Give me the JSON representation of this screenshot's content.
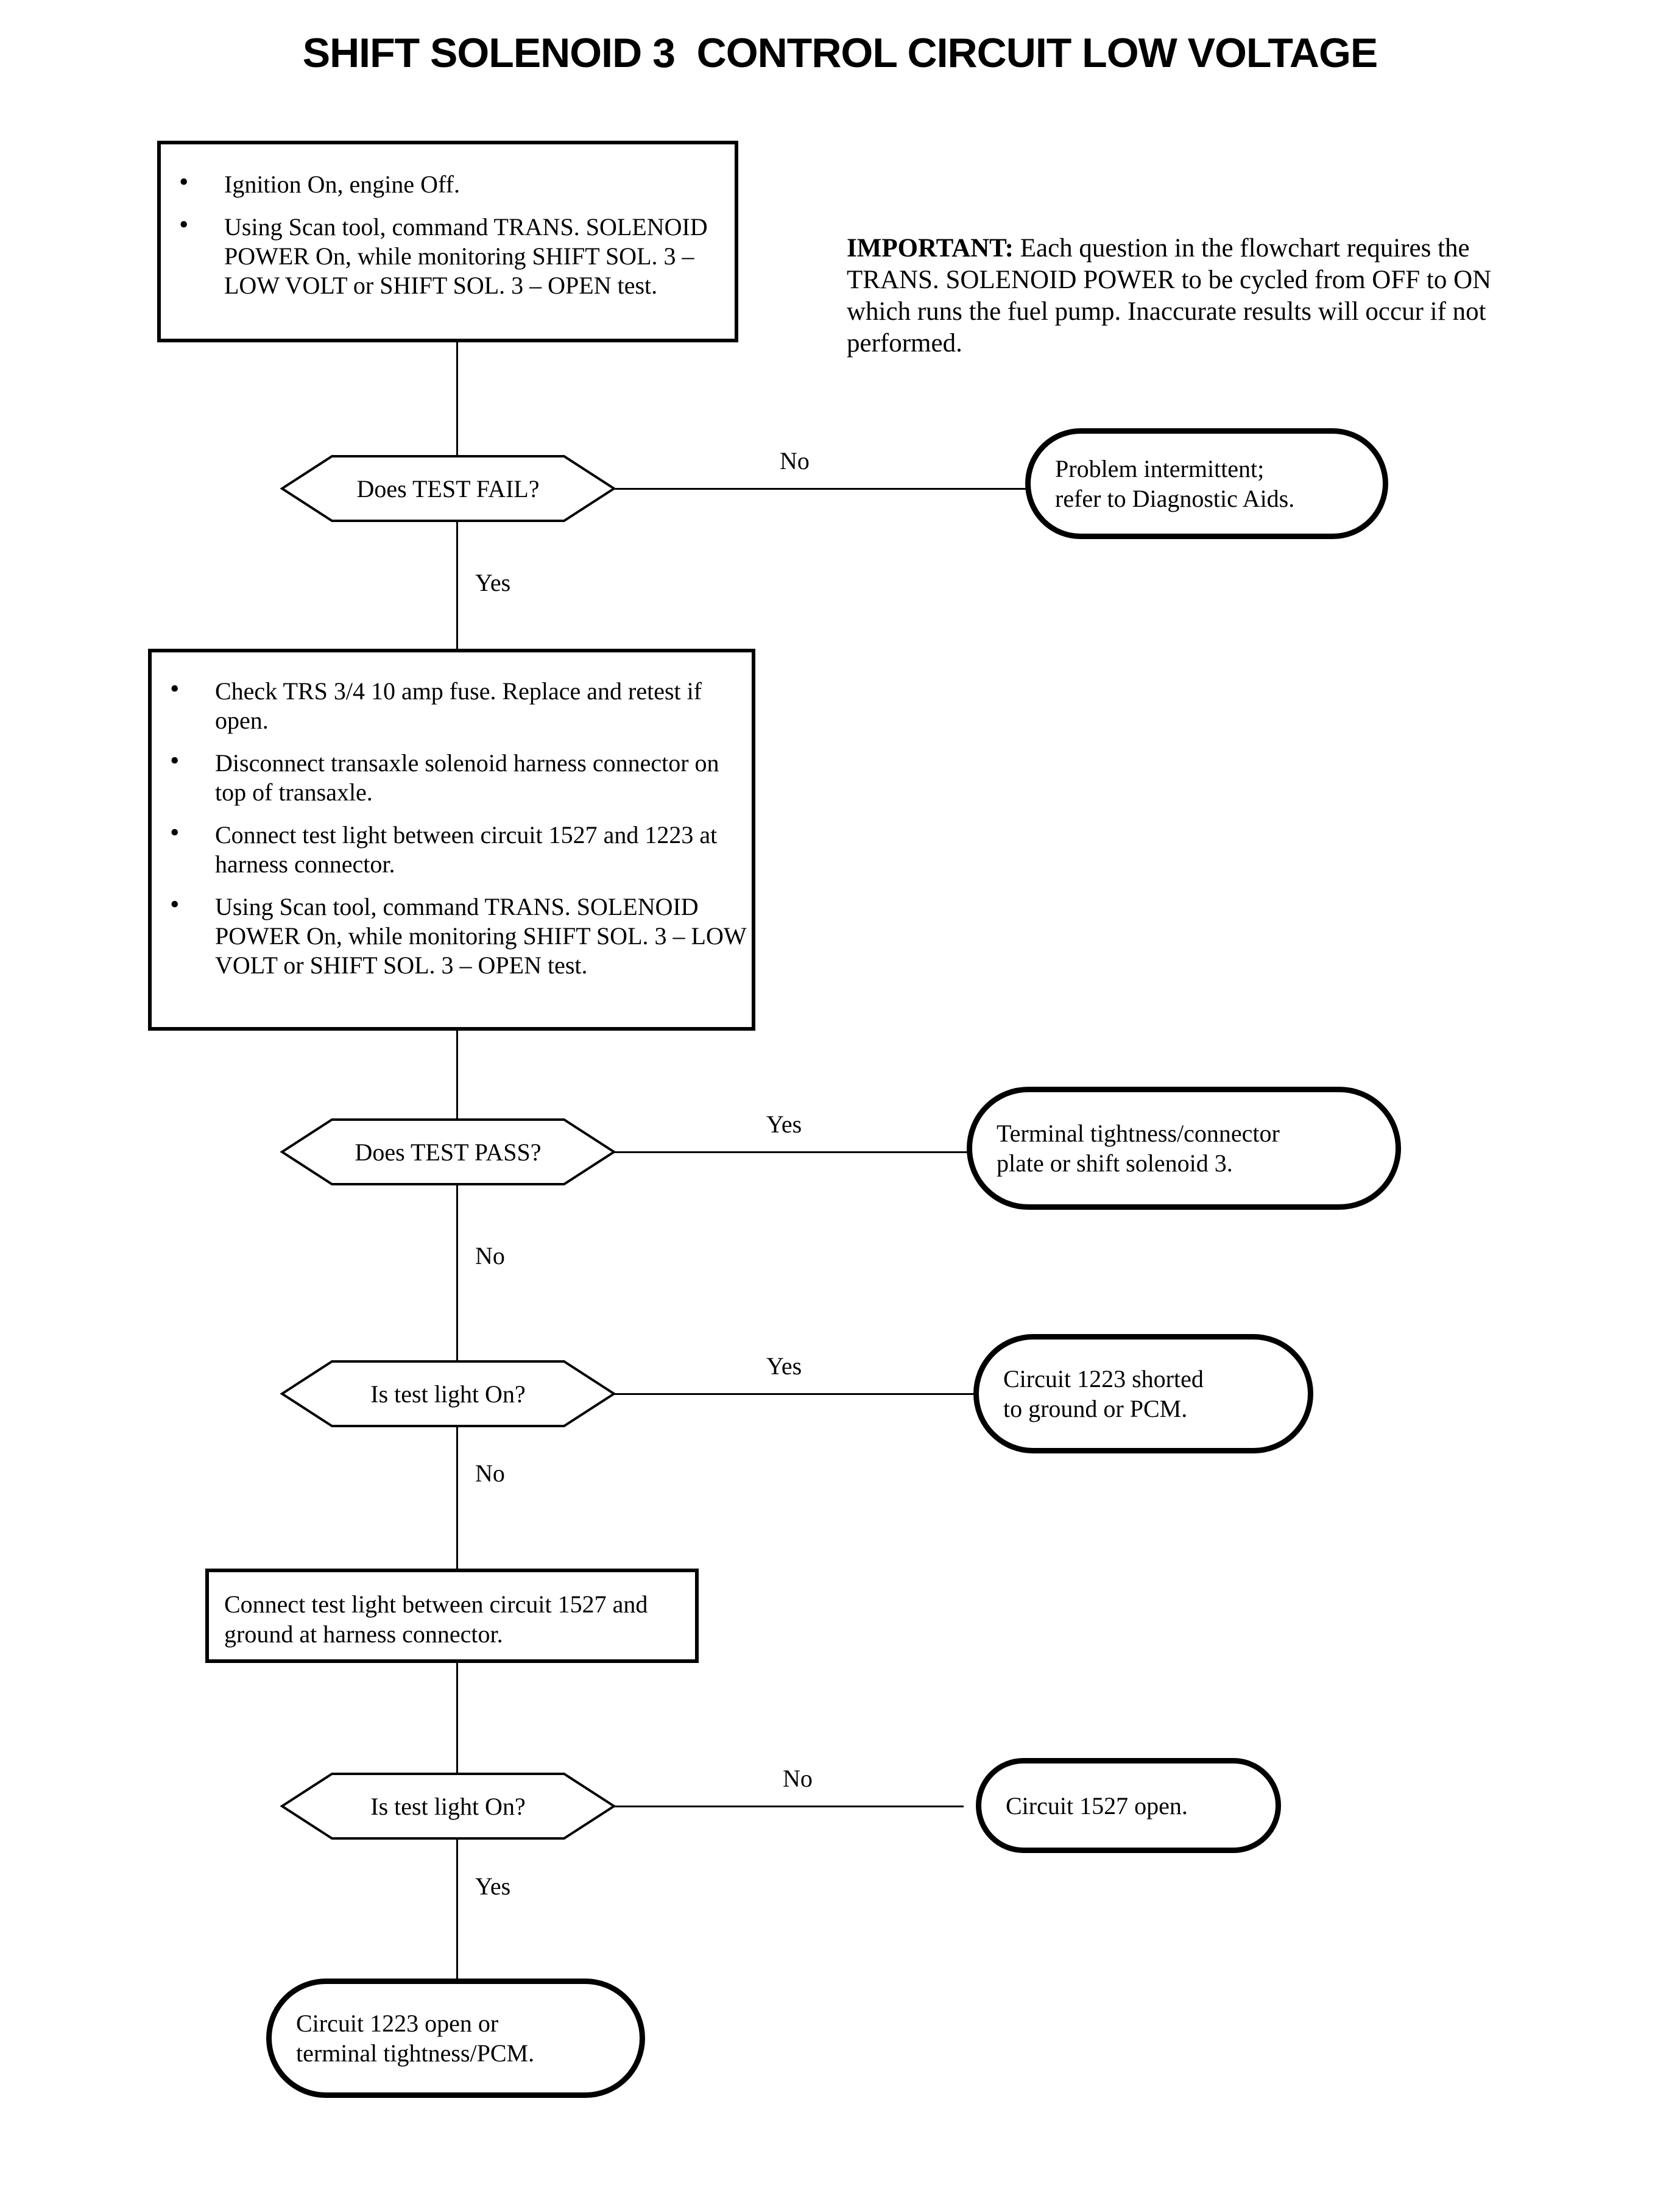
{
  "title": "SHIFT SOLENOID 3  CONTROL CIRCUIT LOW VOLTAGE",
  "note": {
    "label": "IMPORTANT:",
    "body": "  Each question in the flowchart requires the TRANS. SOLENOID POWER to be cycled from OFF to ON which runs the fuel pump. Inaccurate results will occur if not performed."
  },
  "steps": {
    "step1": {
      "bullets": [
        "Ignition On, engine Off.",
        "Using Scan tool, command TRANS. SOLENOID POWER On, while monitoring SHIFT SOL. 3 – LOW VOLT or SHIFT SOL. 3 – OPEN test."
      ]
    },
    "step2": {
      "bullets": [
        "Check TRS 3/4 10 amp fuse. Replace and retest if open.",
        "Disconnect transaxle solenoid harness connector on top of transaxle.",
        "Connect test light between circuit 1527 and 1223 at harness connector.",
        "Using Scan tool, command TRANS. SOLENOID POWER On, while monitoring SHIFT SOL. 3 – LOW VOLT or SHIFT SOL. 3 – OPEN test."
      ]
    },
    "step3": {
      "text": "Connect test light between circuit 1527 and ground at harness connector."
    }
  },
  "decisions": {
    "d1": {
      "question": "Does TEST FAIL?",
      "branch_right": "No",
      "branch_down": "Yes"
    },
    "d2": {
      "question": "Does TEST PASS?",
      "branch_right": "Yes",
      "branch_down": "No"
    },
    "d3": {
      "question": "Is test light On?",
      "branch_right": "Yes",
      "branch_down": "No"
    },
    "d4": {
      "question": "Is test light On?",
      "branch_right": "No",
      "branch_down": "Yes"
    }
  },
  "terminals": {
    "t1": {
      "line1": "Problem intermittent;",
      "line2": "refer to Diagnostic Aids."
    },
    "t2": {
      "line1": "Terminal tightness/connector",
      "line2": "plate or shift solenoid 3."
    },
    "t3": {
      "line1": "Circuit 1223 shorted",
      "line2": "to ground or PCM."
    },
    "t4": {
      "line1": "Circuit 1527 open.",
      "line2": ""
    },
    "t5": {
      "line1": "Circuit 1223 open or",
      "line2": "terminal tightness/PCM."
    }
  },
  "colors": {
    "ink": "#000000",
    "paper": "#ffffff"
  }
}
